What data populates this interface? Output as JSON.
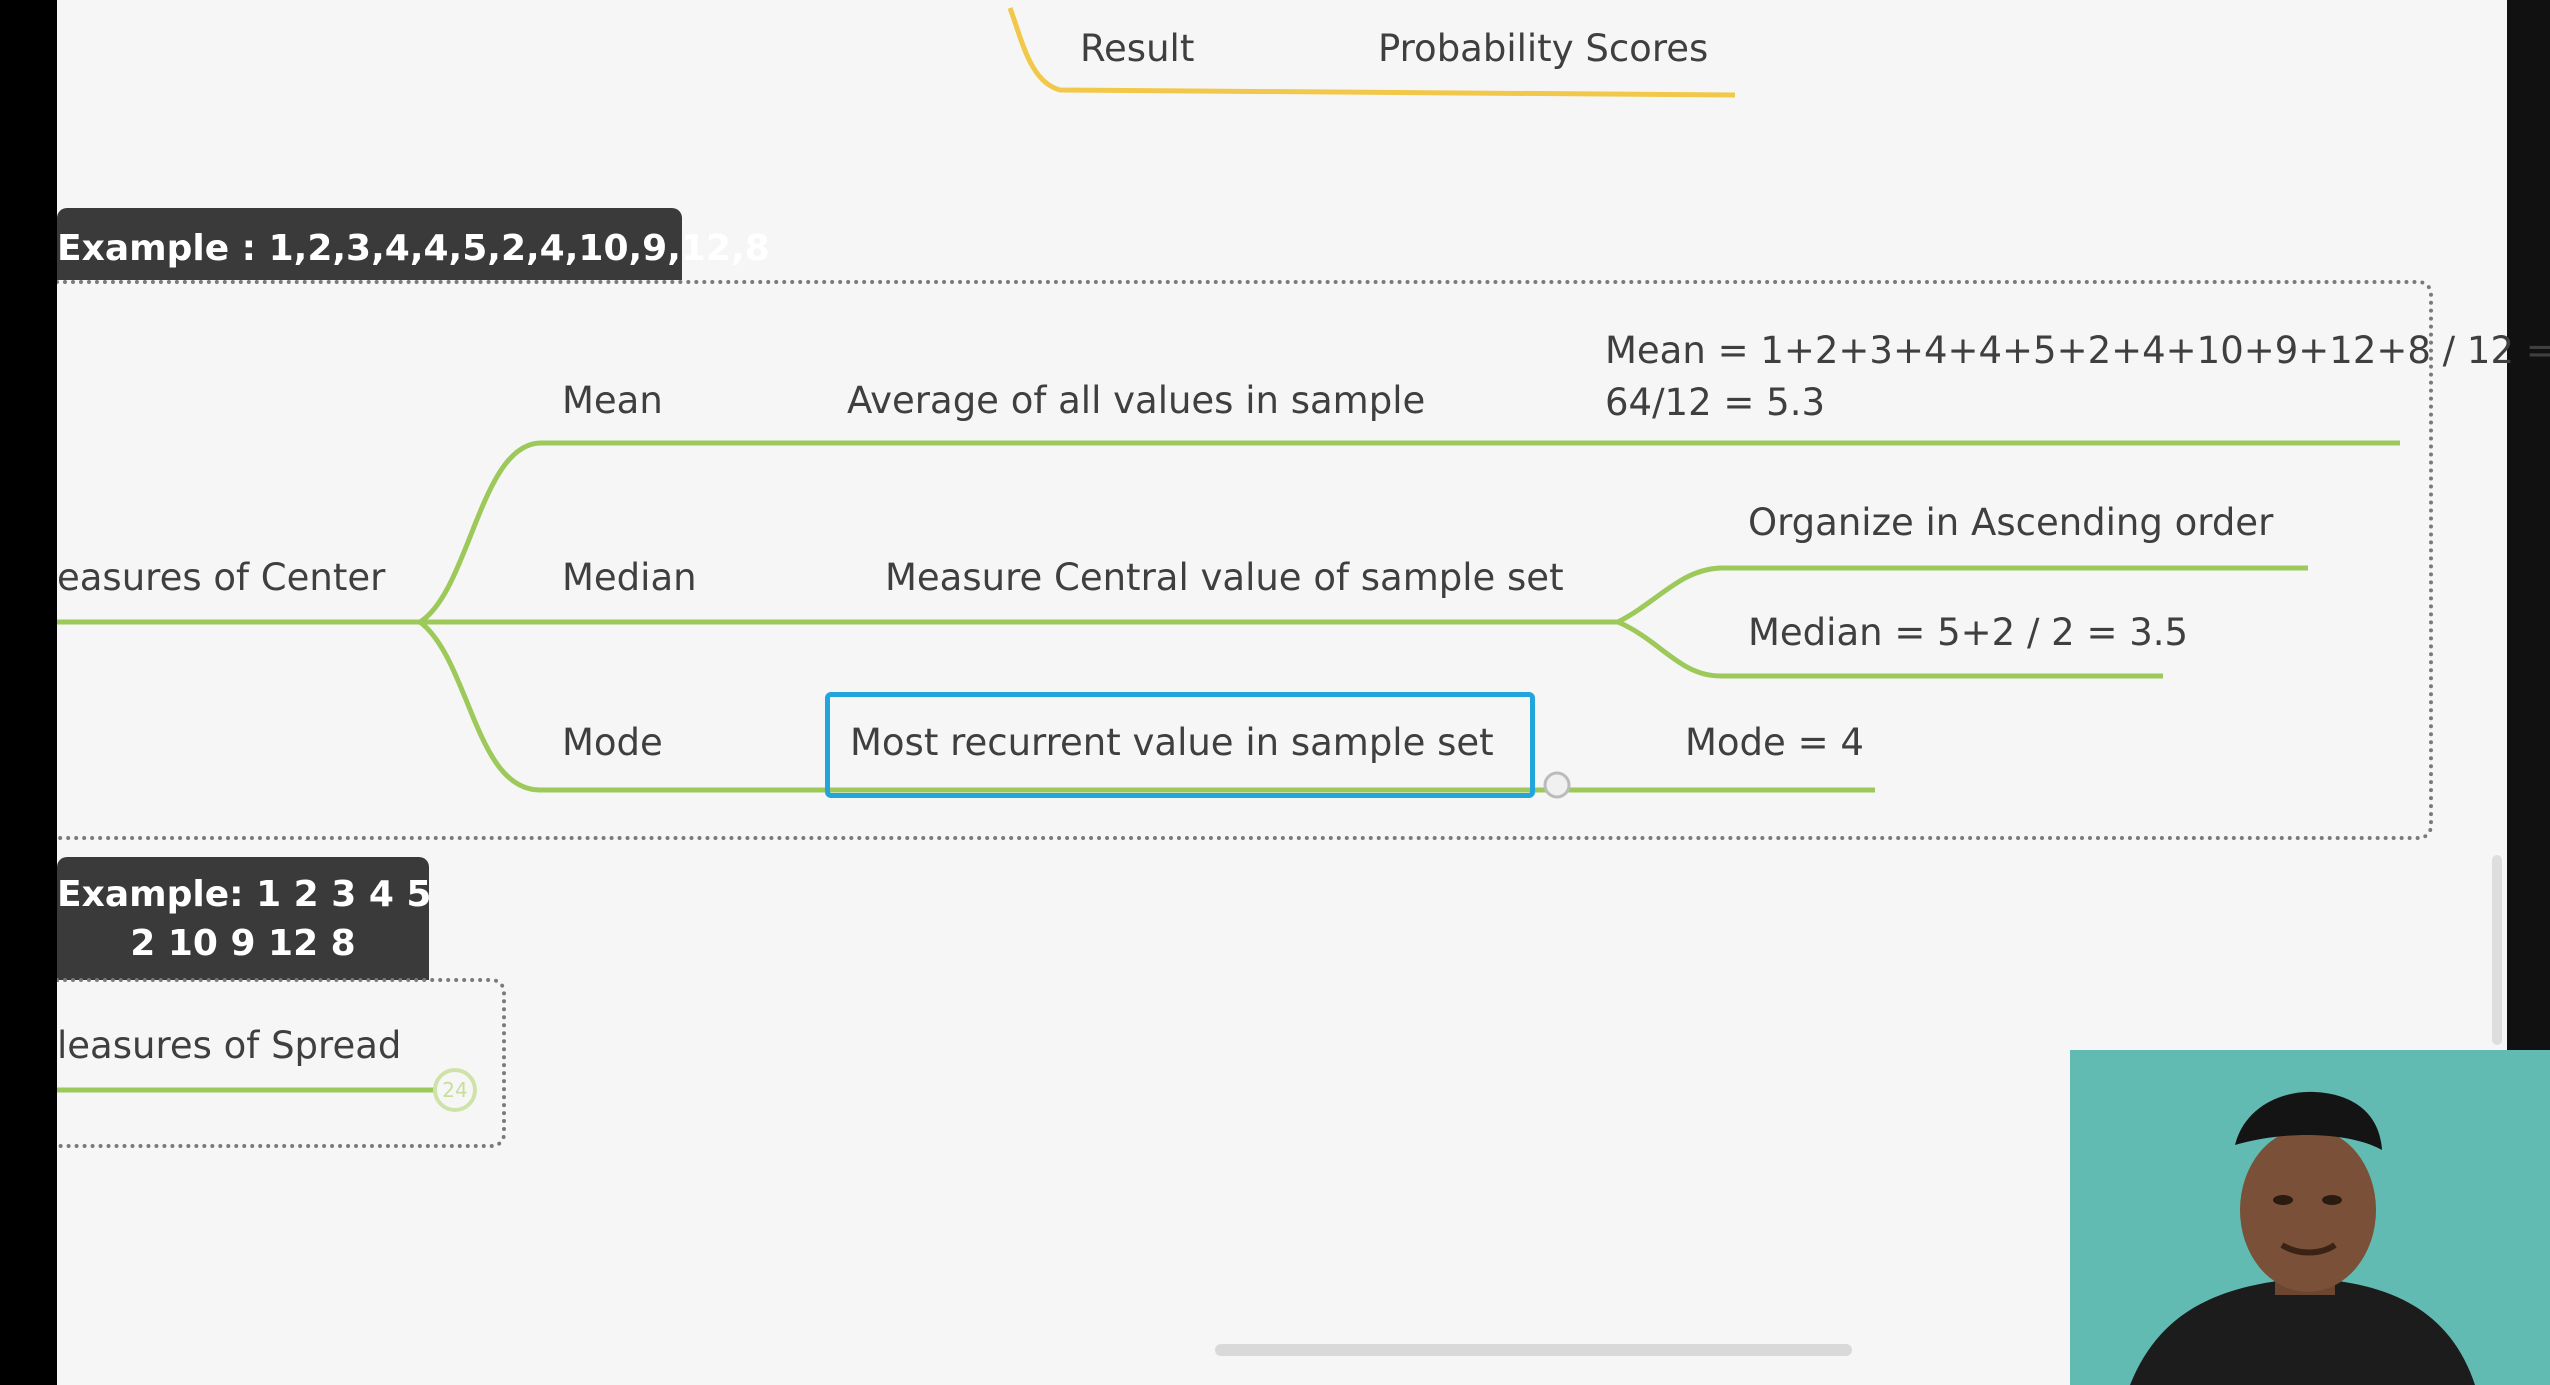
{
  "header": {
    "tab_result": "Result",
    "tab_probability": "Probability Scores"
  },
  "center": {
    "example_tag": "Example : 1,2,3,4,4,5,2,4,10,9,12,8",
    "root_label": "easures of Center",
    "mean": {
      "label": "Mean",
      "desc": "Average of all values in sample",
      "calc_line1": "Mean = 1+2+3+4+4+5+2+4+10+9+12+8 /  12 =",
      "calc_line2": "64/12 = 5.3"
    },
    "median": {
      "label": "Median",
      "desc": "Measure Central value of sample set",
      "step1": "Organize in Ascending order",
      "step2": "Median = 5+2 / 2 = 3.5"
    },
    "mode": {
      "label": "Mode",
      "desc": "Most recurrent value in sample set",
      "result": "Mode = 4"
    }
  },
  "spread": {
    "example_line1": "Example: 1 2 3 4 5",
    "example_line2": "2 10 9 12 8",
    "root_label": "leasures of Spread",
    "collapsed_count": "24"
  },
  "colors": {
    "branch": "#9cc95a",
    "header_line": "#f2c84b",
    "selection": "#22a4dd",
    "tag_bg": "#3a3a3a"
  },
  "webcam": {
    "description_icon": "presenter-video-icon"
  }
}
